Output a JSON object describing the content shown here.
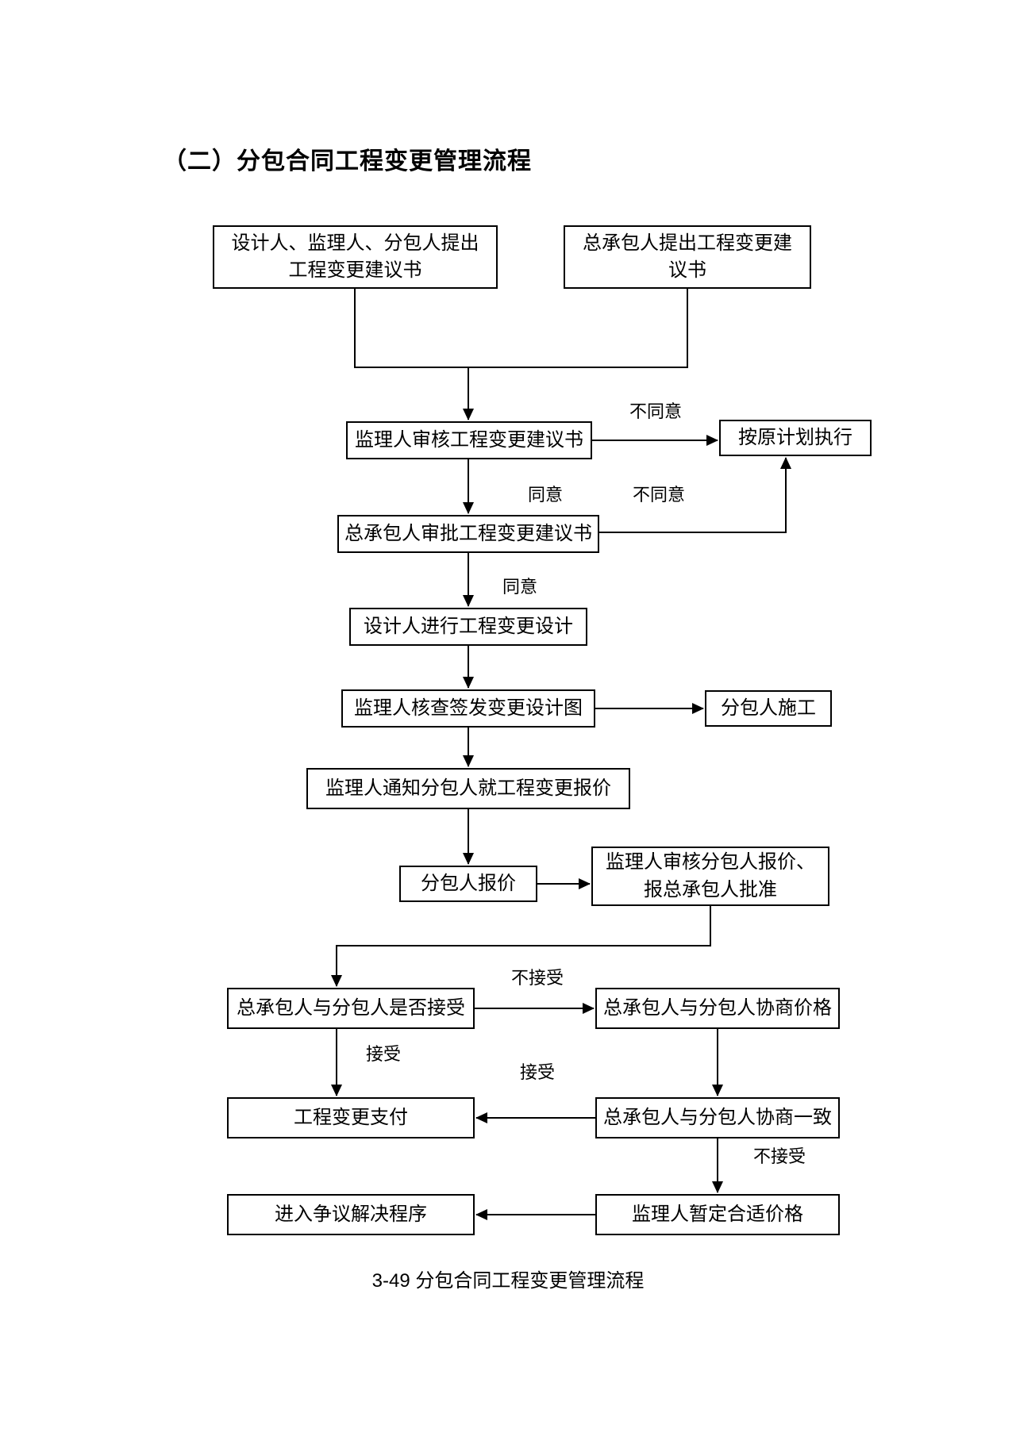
{
  "page": {
    "title": "（二）分包合同工程变更管理流程",
    "caption": "3-49 分包合同工程变更管理流程"
  },
  "nodes": {
    "propose_others": {
      "text": "设计人、监理人、分包人提出\n工程变更建议书"
    },
    "propose_gc": {
      "text": "总承包人提出工程变更建\n议书"
    },
    "supervisor_review": {
      "text": "监理人审核工程变更建议书"
    },
    "original_plan": {
      "text": "按原计划执行"
    },
    "gc_approve": {
      "text": "总承包人审批工程变更建议书"
    },
    "designer_design": {
      "text": "设计人进行工程变更设计"
    },
    "supervisor_issue": {
      "text": "监理人核查签发变更设计图"
    },
    "subcontractor_construct": {
      "text": "分包人施工"
    },
    "supervisor_notify": {
      "text": "监理人通知分包人就工程变更报价"
    },
    "subcontractor_quote": {
      "text": "分包人报价"
    },
    "supervisor_review_quote": {
      "text": "监理人审核分包人报价、\n报总承包人批准"
    },
    "accept_decision": {
      "text": "总承包人与分包人是否接受"
    },
    "negotiate_price": {
      "text": "总承包人与分包人协商价格"
    },
    "change_payment": {
      "text": "工程变更支付"
    },
    "negotiate_agree": {
      "text": "总承包人与分包人协商一致"
    },
    "supervisor_tentative_price": {
      "text": "监理人暂定合适价格"
    },
    "dispute_resolution": {
      "text": "进入争议解决程序"
    }
  },
  "edge_labels": {
    "disagree1": "不同意",
    "agree1": "同意",
    "disagree2": "不同意",
    "agree2": "同意",
    "not_accept1": "不接受",
    "accept1": "接受",
    "accept2": "接受",
    "not_accept2": "不接受"
  },
  "colors": {
    "line": "#000000",
    "text": "#000000",
    "background": "#ffffff"
  }
}
